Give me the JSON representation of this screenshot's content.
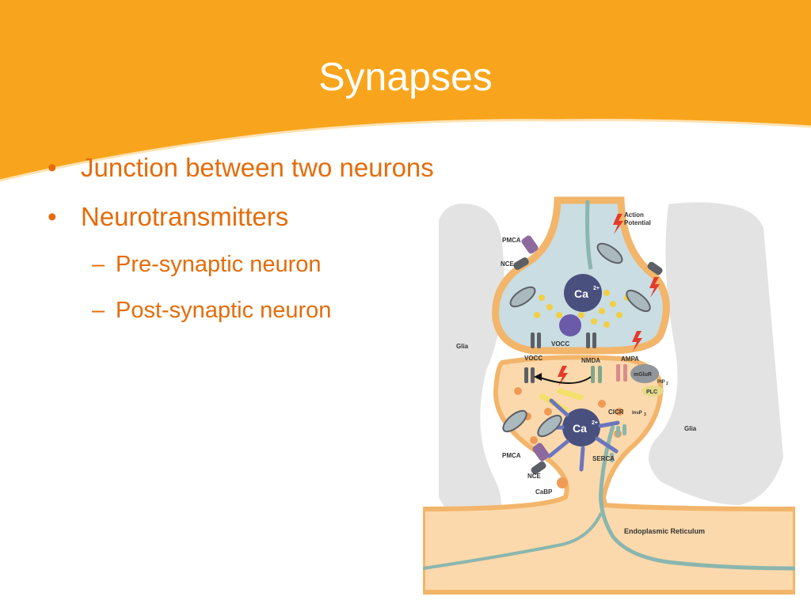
{
  "slide": {
    "title": "Synapses",
    "bullets": [
      {
        "text": "Junction between two neurons"
      },
      {
        "text": "Neurotransmitters"
      }
    ],
    "sub_bullets": [
      {
        "text": "Pre-synaptic neuron"
      },
      {
        "text": "Post-synaptic neuron"
      }
    ]
  },
  "diagram": {
    "labels": {
      "action": "Action",
      "potential": "Potential",
      "pmca": "PMCA",
      "nce": "NCE",
      "ca": "Ca",
      "ca_sup": "2+",
      "glia": "Glia",
      "vocc": "VOCC",
      "nmda": "NMDA",
      "ampa": "AMPA",
      "mglur": "mGluR",
      "pip": "PIP",
      "pip_sub": "2",
      "plc": "PLC",
      "cicr": "CICR",
      "insp": "InsP",
      "insp_sub": "3",
      "serca": "SERCA",
      "cabp": "CaBP",
      "er": "Endoplasmic Reticulum"
    },
    "colors": {
      "header": "#f8a51d",
      "neuron": "#fbd9ac",
      "neuron_outline": "#f2b56a",
      "presynaptic": "#c9dde2",
      "glia": "#e3e3e3",
      "calcium": "#49507e",
      "er": "#8ab6ae",
      "channel": "#5c6066",
      "vesicle": "#f2cf42"
    }
  }
}
